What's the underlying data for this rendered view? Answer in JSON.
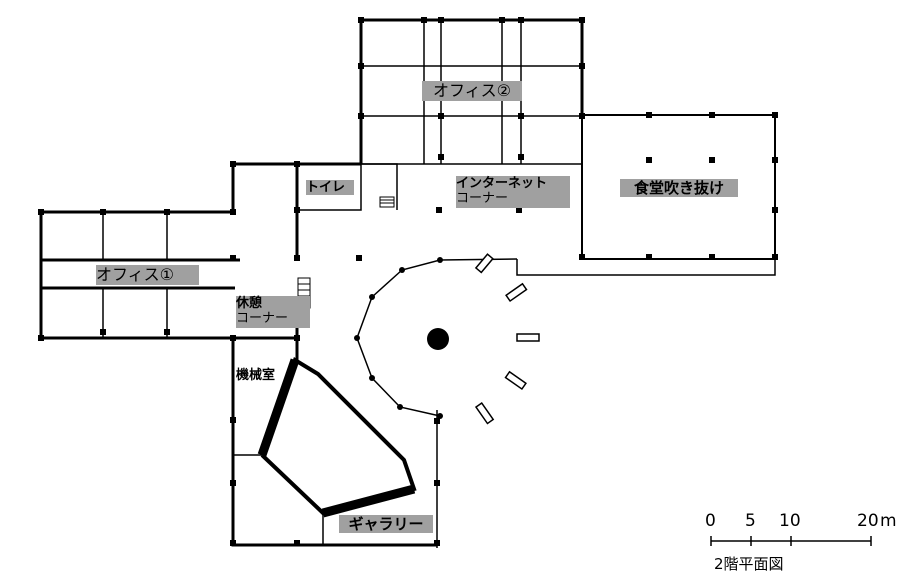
{
  "title": "2階平面図",
  "rooms": {
    "office2": "オフィス②",
    "office1": "オフィス①",
    "toilet": "トイレ",
    "internet_line1": "インターネット",
    "internet_line2": "コーナー",
    "dining_void": "食堂吹き抜け",
    "rest_line1": "休憩",
    "rest_line2": "コーナー",
    "machine_room": "機械室",
    "gallery": "ギャラリー"
  },
  "scale_bar": {
    "ticks": [
      "0",
      "5",
      "10",
      "20"
    ],
    "unit": "m"
  }
}
